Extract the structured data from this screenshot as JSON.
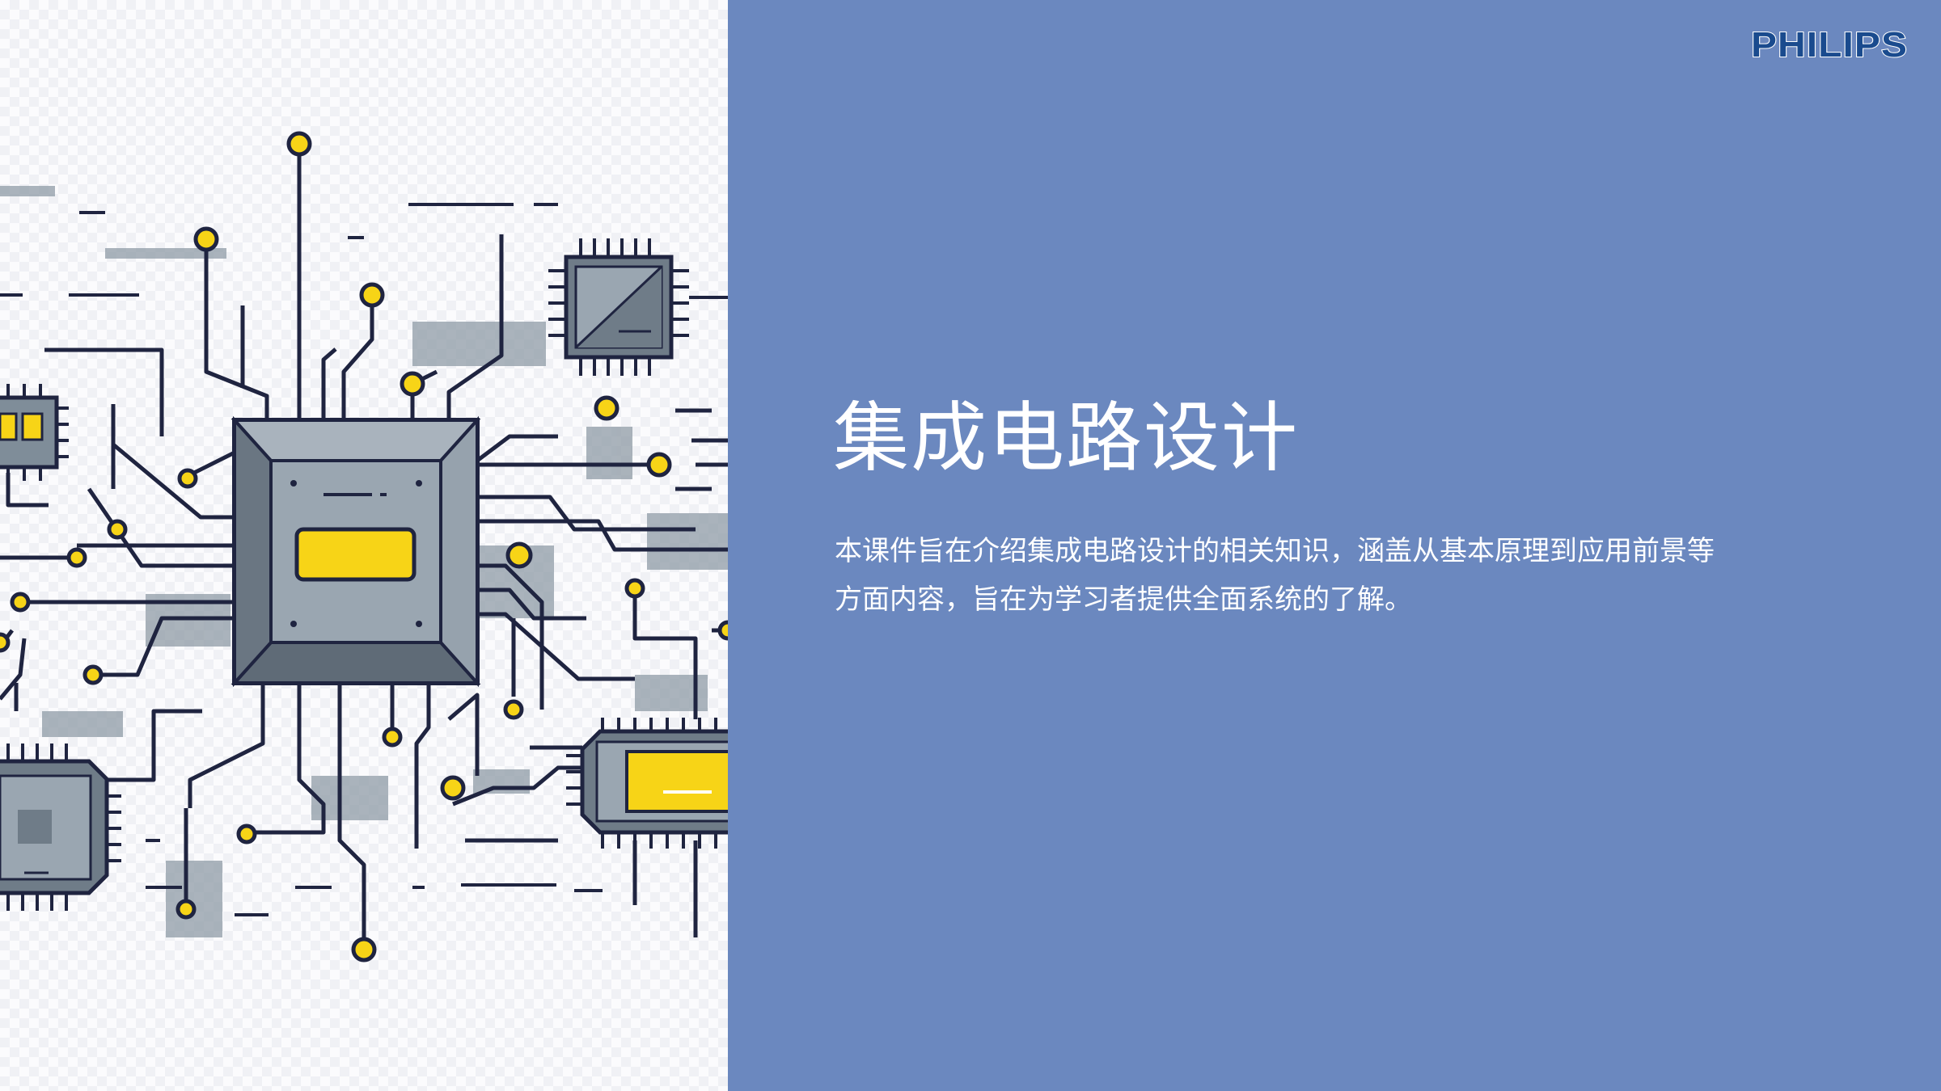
{
  "slide": {
    "title": "集成电路设计",
    "description": "本课件旨在介绍集成电路设计的相关知识，涵盖从基本原理到应用前景等方面内容，旨在为学习者提供全面系统的了解。",
    "logo": "PHILIPS"
  },
  "illustration": {
    "icon": "circuit-board-chips-icon"
  },
  "colors": {
    "accent_panel": "#6b88bf",
    "chip_gray": "#7f8d99",
    "chip_yellow": "#f7d417",
    "trace": "#1f2440",
    "logo_blue": "#1a4b8e"
  }
}
